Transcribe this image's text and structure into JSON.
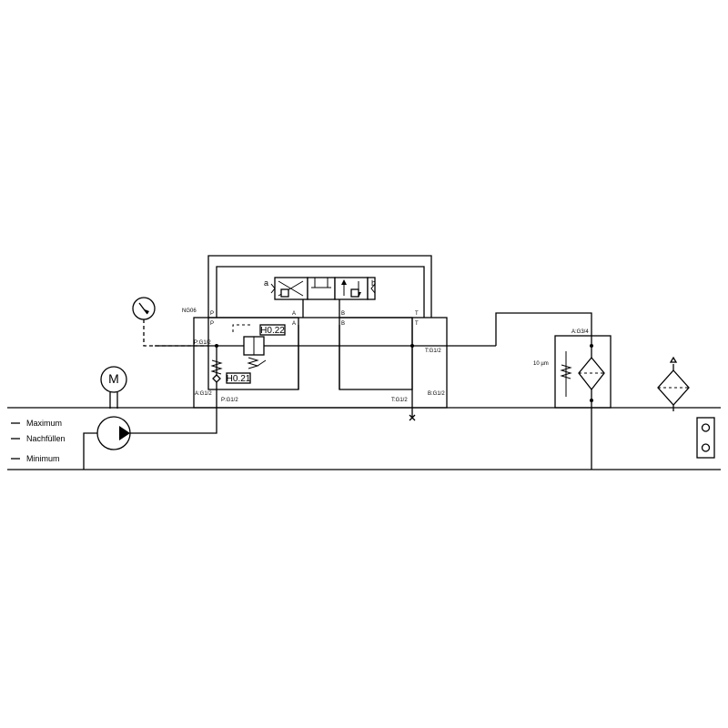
{
  "tank": {
    "level_maximum": "Maximum",
    "level_refill": "Nachfüllen",
    "level_minimum": "Minimum"
  },
  "block": {
    "size": "NG06",
    "port_p_top": "P",
    "port_a_top": "A",
    "port_b_top": "B",
    "port_t_top": "T",
    "port_p_mid": "P",
    "port_a_mid": "A",
    "port_b_mid": "B",
    "port_t_mid": "T",
    "thread_p_left": "P:G1/2",
    "thread_t_right": "T:G1/2",
    "thread_a_bottom": "A:G1/2",
    "thread_p_bottom": "P:G1/2",
    "thread_t_bottom": "T:G1/2",
    "thread_b_bottom": "B:G1/2"
  },
  "valve": {
    "solenoid_a": "a",
    "solenoid_b": "b"
  },
  "components": {
    "relief_valve_tag": "H0.22",
    "check_valve_tag": "H0.21",
    "motor_symbol": "M"
  },
  "filter": {
    "port_label": "A:G3/4",
    "mesh": "10 µm"
  }
}
